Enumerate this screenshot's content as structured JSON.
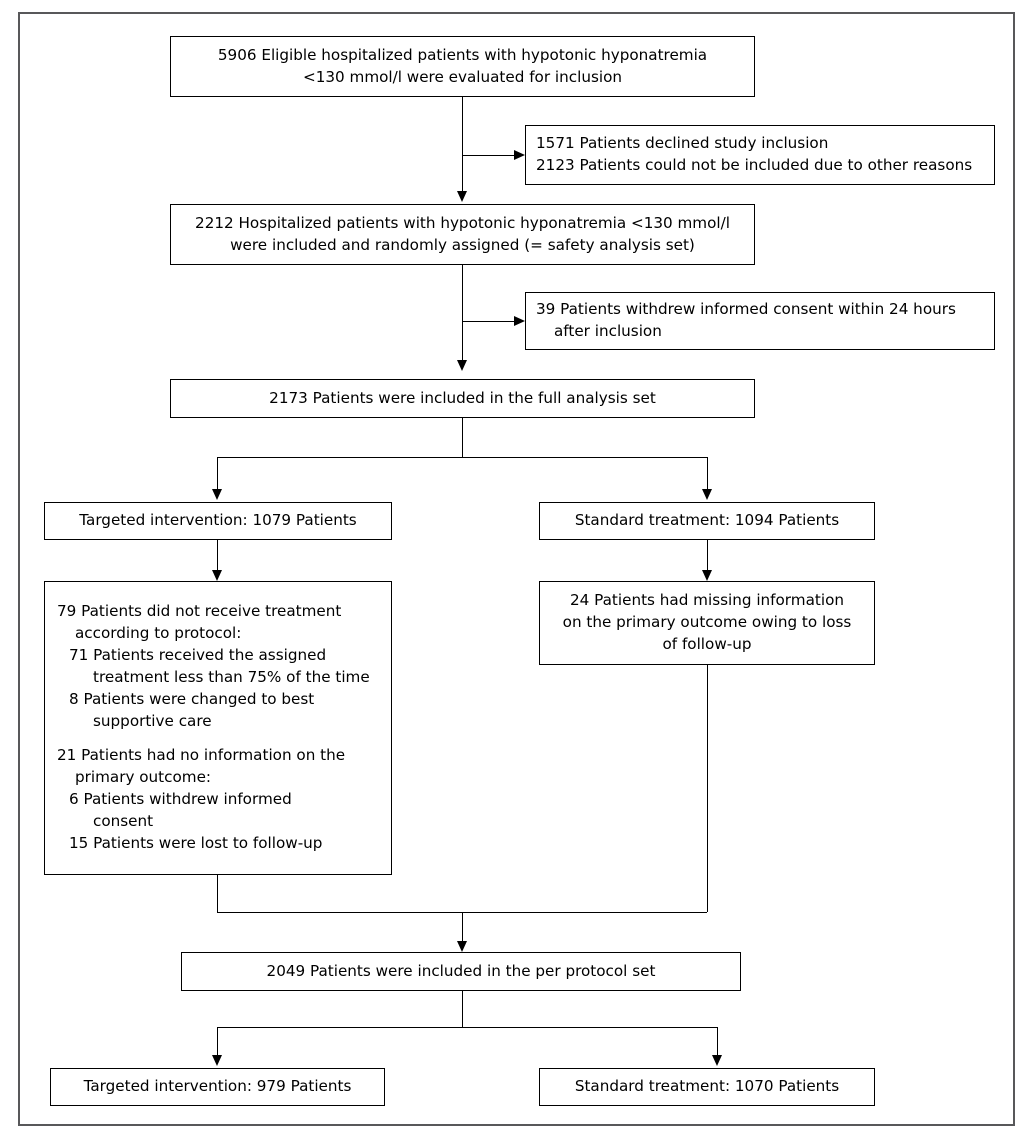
{
  "diagram": {
    "type": "flowchart",
    "title": "CONSORT patient enrollment flow diagram",
    "nodes": {
      "screened": {
        "lines": [
          "5906 Eligible hospitalized patients with hypotonic hyponatremia",
          "<130 mmol/l were evaluated for inclusion"
        ]
      },
      "excluded_1": {
        "lines": [
          "1571 Patients declined study inclusion",
          "2123 Patients could not be included due to other reasons"
        ]
      },
      "randomized": {
        "lines": [
          "2212 Hospitalized patients with hypotonic hyponatremia <130 mmol/l",
          "were included and randomly assigned (= safety analysis set)"
        ]
      },
      "excluded_2": {
        "lines": [
          "39 Patients withdrew informed consent within 24 hours",
          "after inclusion"
        ]
      },
      "full_analysis": {
        "lines": [
          "2173 Patients were included in the full analysis set"
        ]
      },
      "arm_left_fas": {
        "lines": [
          "Targeted intervention: 1079 Patients"
        ]
      },
      "arm_right_fas": {
        "lines": [
          "Standard treatment: 1094 Patients"
        ]
      },
      "left_exclusions": {
        "lines": [
          "79 Patients did not receive treatment",
          "according to protocol:",
          "71 Patients received the assigned",
          "treatment less than 75% of the time",
          "8 Patients were changed to best",
          "supportive care",
          "21 Patients had no information on the",
          "primary outcome:",
          "6 Patients withdrew informed",
          "consent",
          "15 Patients were lost to follow-up"
        ]
      },
      "right_exclusions": {
        "lines": [
          "24 Patients had missing information",
          "on the primary outcome owing to loss",
          "of follow-up"
        ]
      },
      "per_protocol": {
        "lines": [
          "2049 Patients were included in the per protocol set"
        ]
      },
      "arm_left_pp": {
        "lines": [
          "Targeted intervention: 979 Patients"
        ]
      },
      "arm_right_pp": {
        "lines": [
          "Standard treatment: 1070 Patients"
        ]
      }
    },
    "colors": {
      "box_border": "#000000",
      "connector": "#000000",
      "page_frame": "#58585a",
      "background": "#ffffff",
      "text": "#000000"
    }
  }
}
